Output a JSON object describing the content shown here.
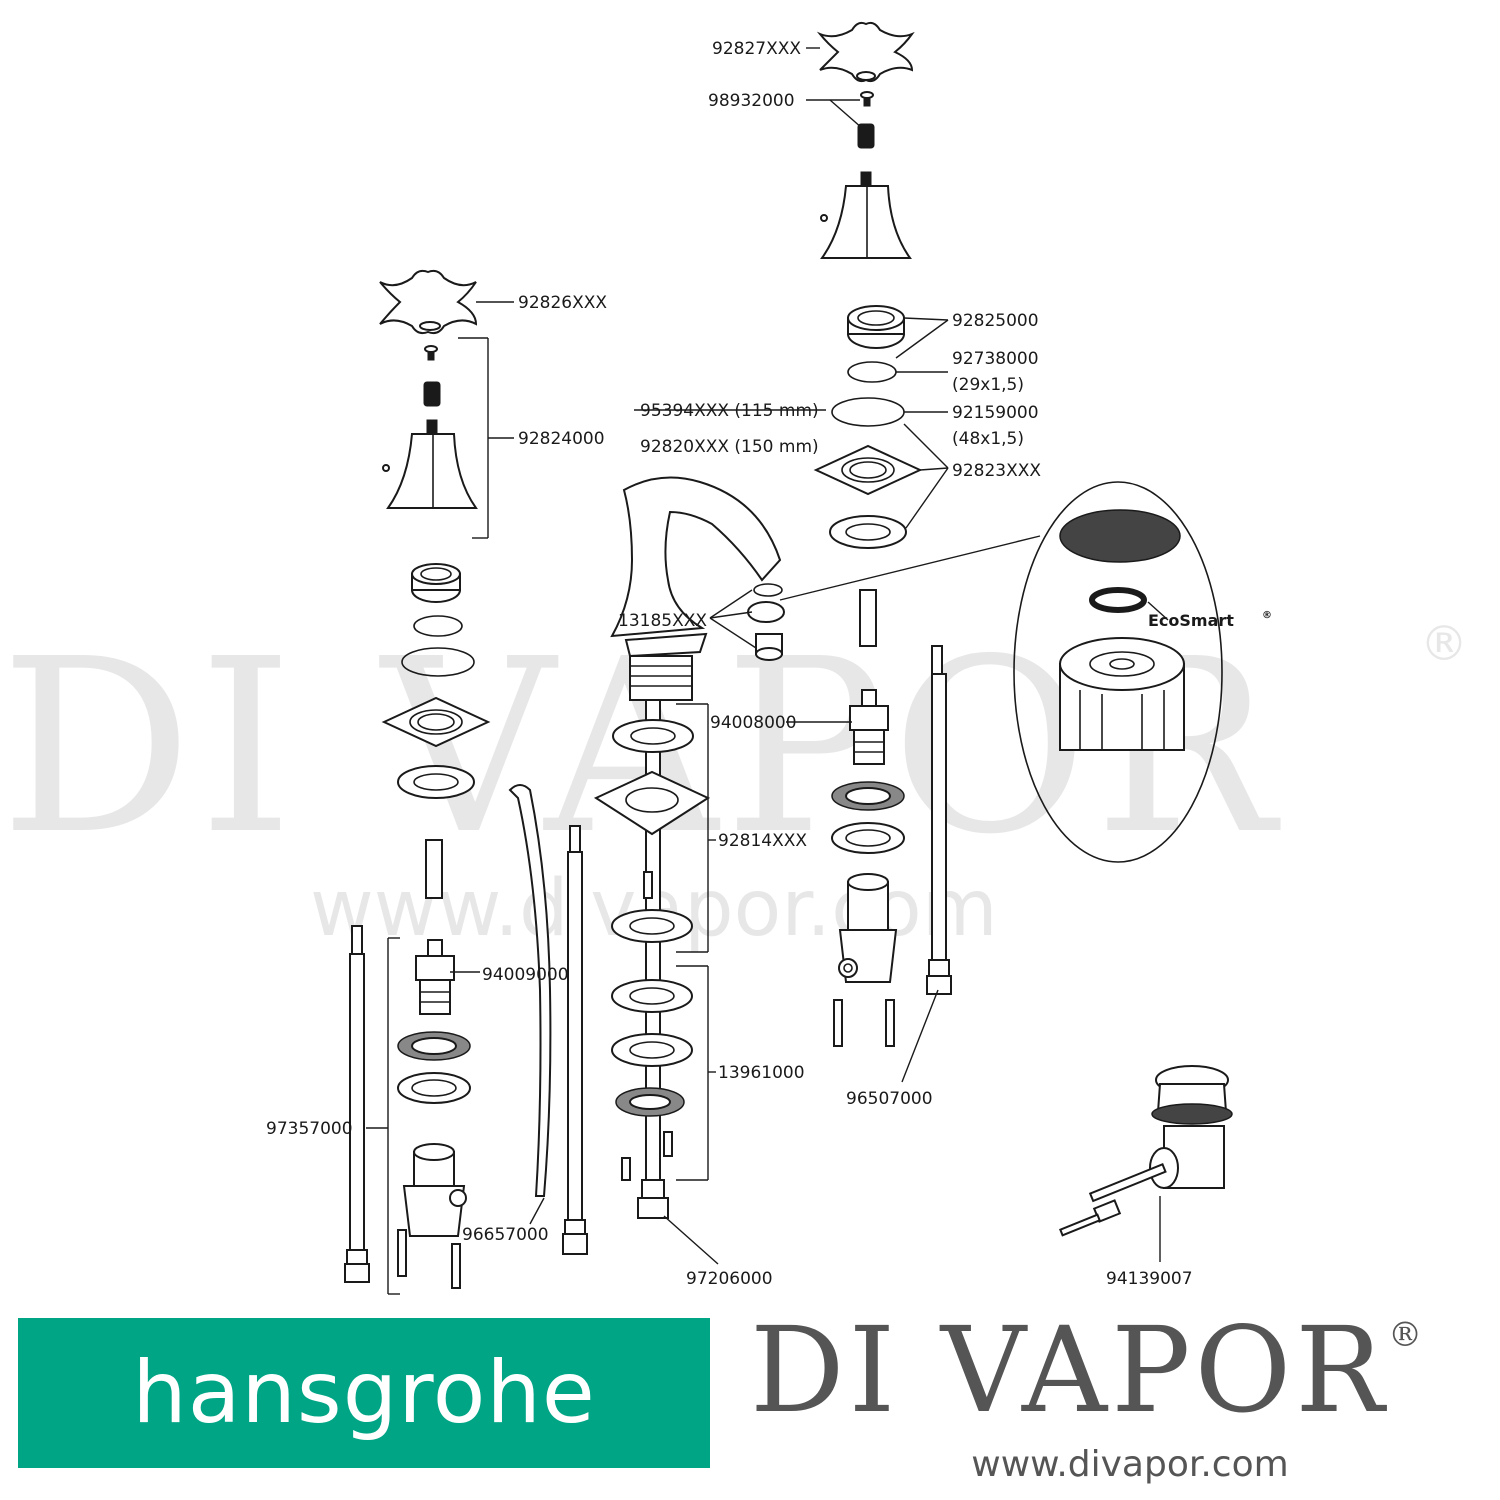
{
  "watermark": {
    "main": "DI VAPOR",
    "registered": "®",
    "url": "www.divapor.com"
  },
  "parts": {
    "cross_handle_right": "92827XXX",
    "screw_adapter": "98932000",
    "cross_handle_left": "92826XXX",
    "handle_base_kit": "92824000",
    "nut_ring": "92825000",
    "oring_small": "92738000",
    "oring_small_size": "(29x1,5)",
    "spout_115": "95394XXX (115 mm)",
    "oring_large": "92159000",
    "oring_large_size": "(48x1,5)",
    "spout_150": "92820XXX (150 mm)",
    "escutcheon_set": "92823XXX",
    "aerator": "13185XXX",
    "ecosmart_label": "EcoSmart",
    "ecosmart_reg": "®",
    "valve_cartridge_right": "94008000",
    "base_plate": "92814XXX",
    "valve_cartridge_left": "94009000",
    "mounting_set": "13961000",
    "supply_hose_right": "96507000",
    "supply_hose_left": "97357000",
    "pop_up_rod": "96657000",
    "spout_connector": "97206000",
    "drain_assembly": "94139007"
  },
  "brand": {
    "name": "hansgrohe",
    "accent": "#00a585"
  },
  "footer_logo": {
    "name": "DI VAPOR",
    "registered": "®",
    "url": "www.divapor.com",
    "color": "#555555"
  }
}
